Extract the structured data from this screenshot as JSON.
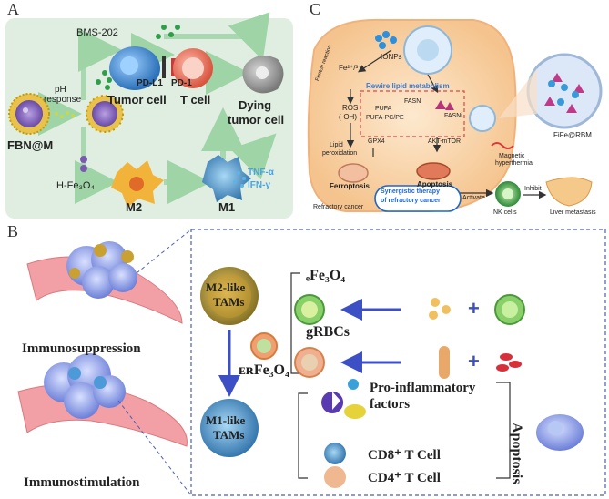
{
  "panels": {
    "a": "A",
    "b": "B",
    "c": "C"
  },
  "panel_a": {
    "bms202": "BMS-202",
    "ph_response_line1": "pH",
    "ph_response_line2": "response",
    "fbn_m": "FBN@M",
    "tumor_cell": "Tumor cell",
    "pd_l1": "PD-L1",
    "pd_1": "PD-1",
    "t_cell": "T cell",
    "dying_line1": "Dying",
    "dying_line2": "tumor cell",
    "h_fe3o4": "H-Fe₃O₄",
    "m2": "M2",
    "m1": "M1",
    "tnf": "TNF-α",
    "ifn": "IFN-γ",
    "colors": {
      "bg": "#dfeee0",
      "arrow": "#a9d8b0",
      "tumor": "#3a86c8",
      "tcell": "#e06a5a",
      "tnf": "#4aa3df"
    }
  },
  "panel_c": {
    "ionps": "IONPs",
    "fe": "Fe²⁺/³⁺",
    "fenton": "Fenton reaction",
    "ros_line1": "ROS",
    "ros_line2": "(·OH)",
    "rewire": "Rewire lipid metabolism",
    "fasn_left": "FASN",
    "fasni": "FASNi",
    "pufa": "PUFA",
    "pufa_pc": "PUFA-PC/PE",
    "gpx4": "GPX4",
    "lipid_line1": "Lipid",
    "lipid_line2": "peroxidation",
    "akt": "AKT-mTOR",
    "ferroptosis": "Ferroptosis",
    "apoptosis": "Apoptosis",
    "magnetic_line1": "Magnetic",
    "magnetic_line2": "hyperthermia",
    "fife": "FiFe@RBM",
    "synergy_line1": "Synergistic therapy",
    "synergy_line2": "of refractory cancer",
    "refractory": "Refractory cancer",
    "activate": "Activate",
    "inhibit": "Inhibit",
    "nk": "NK cells",
    "liver": "Liver metastasis",
    "colors": {
      "cell": "#f9d7ae",
      "rewire": "#3a7bd5",
      "synergy": "#1e66c9"
    }
  },
  "panel_b": {
    "immunosuppression": "Immunosuppression",
    "immunostimulation": "Immunostimulation",
    "m2_line1": "M2-like",
    "m2_line2": "TAMs",
    "m1_line1": "M1-like",
    "m1_line2": "TAMs",
    "e_fe3o4": "ₑFe₃O₄",
    "er_fe3o4": "ᴇʀFe₃O₄",
    "grbcs": "gRBCs",
    "pro_line1": "Pro-inflammatory",
    "pro_line2": "factors",
    "cd8": "CD8⁺ T Cell",
    "cd4": "CD4⁺ T Cell",
    "apoptosis": "Apoptosis",
    "plus": "+",
    "colors": {
      "arrow": "#3d4fc4",
      "border": "#4a5fb0",
      "vessel": "#f2a0a5",
      "tumor": "#8a9be0"
    }
  }
}
